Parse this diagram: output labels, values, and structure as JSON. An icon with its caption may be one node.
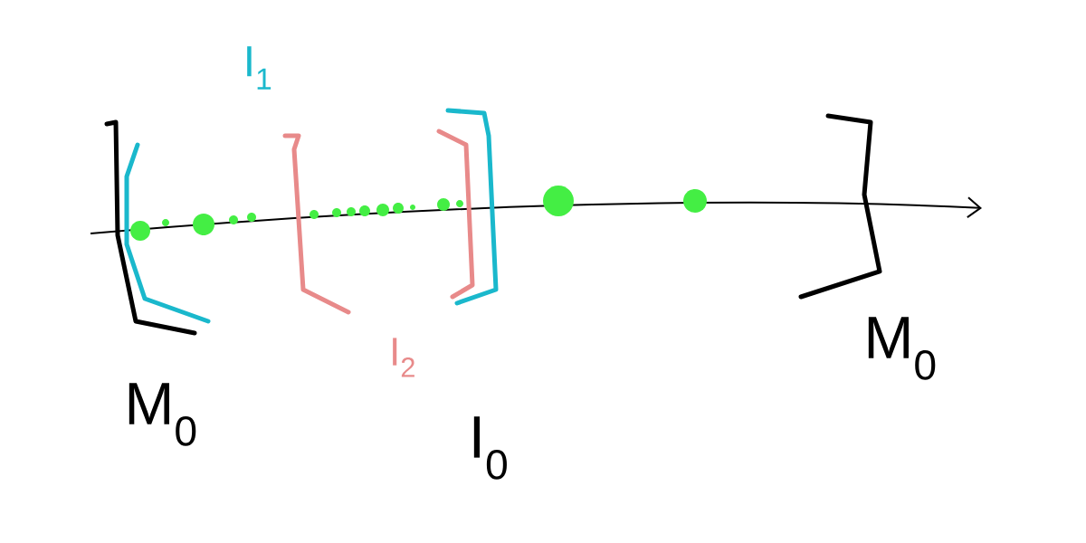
{
  "diagram": {
    "labels": [
      "I$_{1}$",
      "M$_{0}$",
      "I$_{2}$",
      "M$_{0}$",
      "I$_{0}$"
    ]
  }
}
